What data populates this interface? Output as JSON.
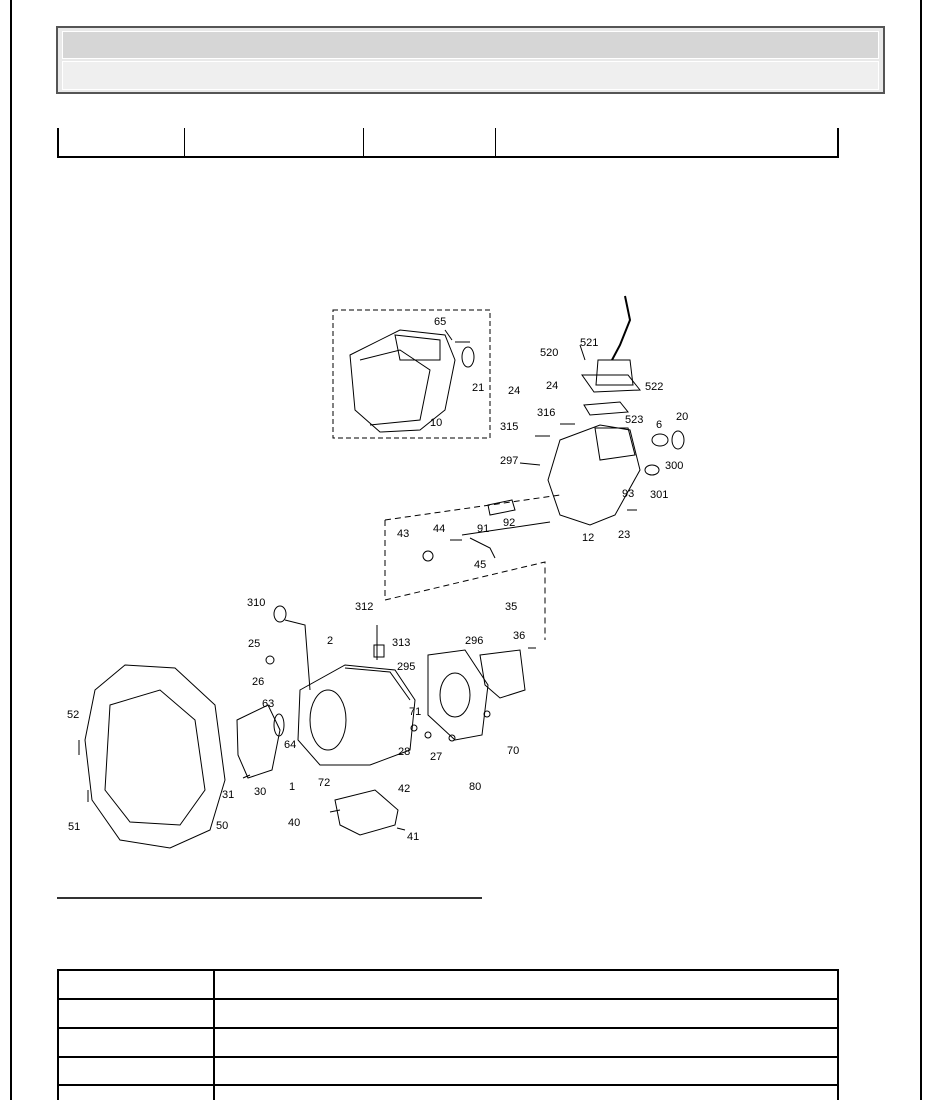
{
  "diagram": {
    "callouts": [
      "65",
      "21",
      "10",
      "520",
      "521",
      "24",
      "24",
      "522",
      "316",
      "315",
      "523",
      "6",
      "20",
      "297",
      "300",
      "93",
      "301",
      "91",
      "92",
      "43",
      "44",
      "12",
      "23",
      "45",
      "310",
      "312",
      "2",
      "313",
      "35",
      "36",
      "296",
      "25",
      "295",
      "26",
      "63",
      "71",
      "64",
      "28",
      "27",
      "70",
      "52",
      "31",
      "30",
      "1",
      "72",
      "80",
      "42",
      "40",
      "41",
      "51",
      "50"
    ]
  }
}
